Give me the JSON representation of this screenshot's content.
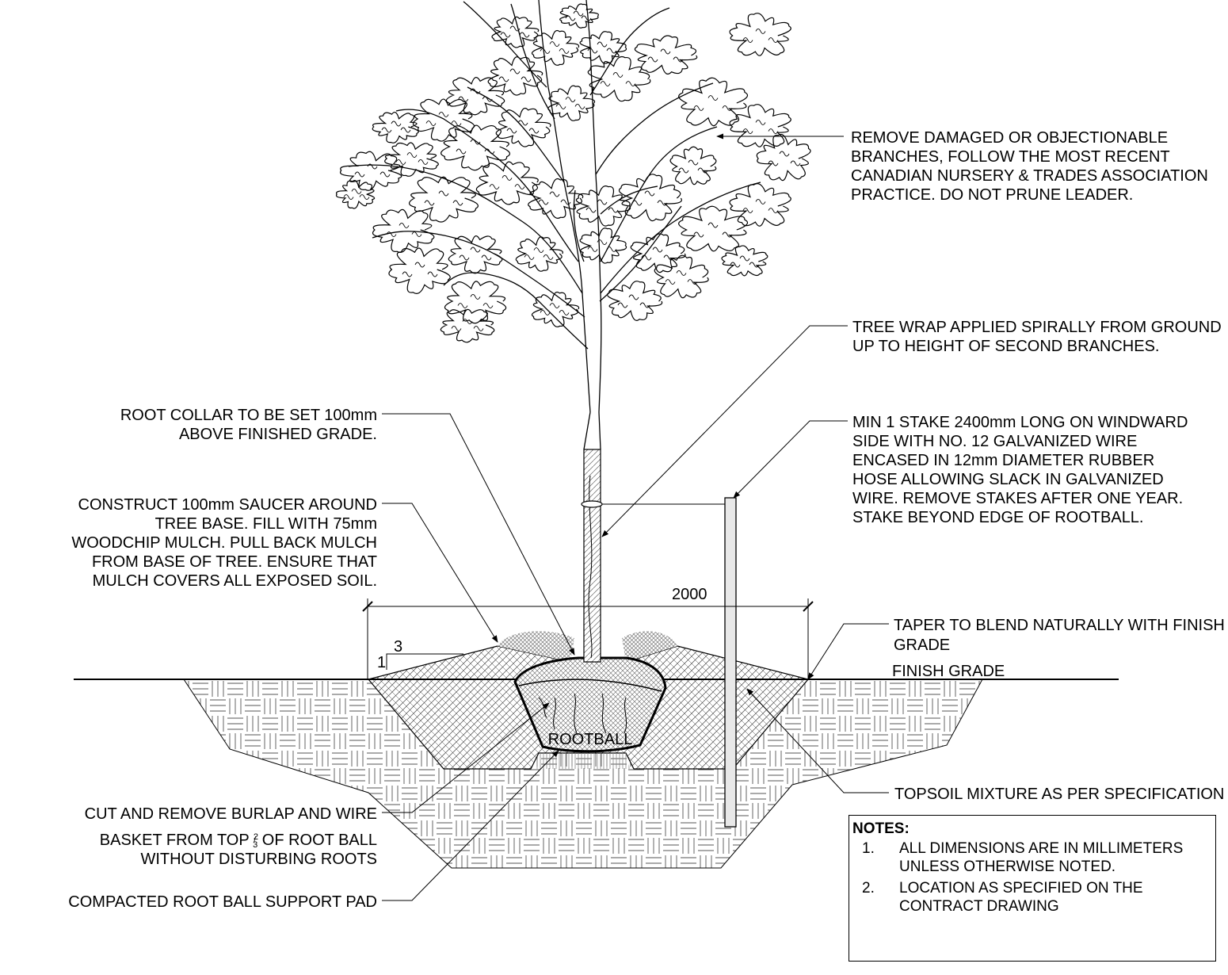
{
  "labels": {
    "prune": [
      "REMOVE DAMAGED OR OBJECTIONABLE",
      "BRANCHES, FOLLOW THE MOST RECENT",
      "CANADIAN NURSERY & TRADES ASSOCIATION",
      "PRACTICE. DO NOT PRUNE LEADER."
    ],
    "wrap": [
      "TREE WRAP APPLIED SPIRALLY FROM GROUND",
      "UP TO HEIGHT OF SECOND BRANCHES."
    ],
    "root_collar": [
      "ROOT COLLAR TO BE SET 100mm",
      "ABOVE FINISHED GRADE."
    ],
    "stake": [
      "MIN 1 STAKE 2400mm LONG ON WINDWARD",
      "SIDE WITH NO. 12 GALVANIZED WIRE",
      "ENCASED IN 12mm DIAMETER RUBBER",
      "HOSE ALLOWING SLACK IN GALVANIZED",
      "WIRE. REMOVE STAKES AFTER ONE YEAR.",
      "STAKE BEYOND EDGE OF ROOTBALL."
    ],
    "saucer": [
      "CONSTRUCT 100mm SAUCER AROUND",
      "TREE BASE. FILL WITH 75mm",
      "WOODCHIP MULCH. PULL BACK MULCH",
      "FROM BASE OF TREE. ENSURE THAT",
      "MULCH COVERS ALL EXPOSED SOIL."
    ],
    "taper": [
      "TAPER TO BLEND NATURALLY WITH FINISH",
      "GRADE"
    ],
    "finish_grade": "FINISH GRADE",
    "rootball": "ROOTBALL",
    "topsoil": "TOPSOIL MIXTURE AS PER SPECIFICATION",
    "burlap_line1": "CUT AND REMOVE BURLAP AND WIRE",
    "burlap_line2_before": "BASKET FROM TOP ",
    "burlap_fraction_num": "2",
    "burlap_fraction_den": "3",
    "burlap_line2_after": " OF ROOT BALL",
    "burlap_line3": "WITHOUT DISTURBING ROOTS",
    "support_pad": "COMPACTED ROOT BALL SUPPORT PAD"
  },
  "dimension": {
    "width": "2000"
  },
  "slope": {
    "run": "3",
    "rise": "1"
  },
  "notes": {
    "title": "NOTES:",
    "items": [
      {
        "num": "1.",
        "lines": [
          "ALL DIMENSIONS ARE IN MILLIMETERS",
          "UNLESS OTHERWISE NOTED."
        ]
      },
      {
        "num": "2.",
        "lines": [
          "LOCATION AS SPECIFIED ON THE",
          "CONTRACT DRAWING"
        ]
      }
    ]
  }
}
